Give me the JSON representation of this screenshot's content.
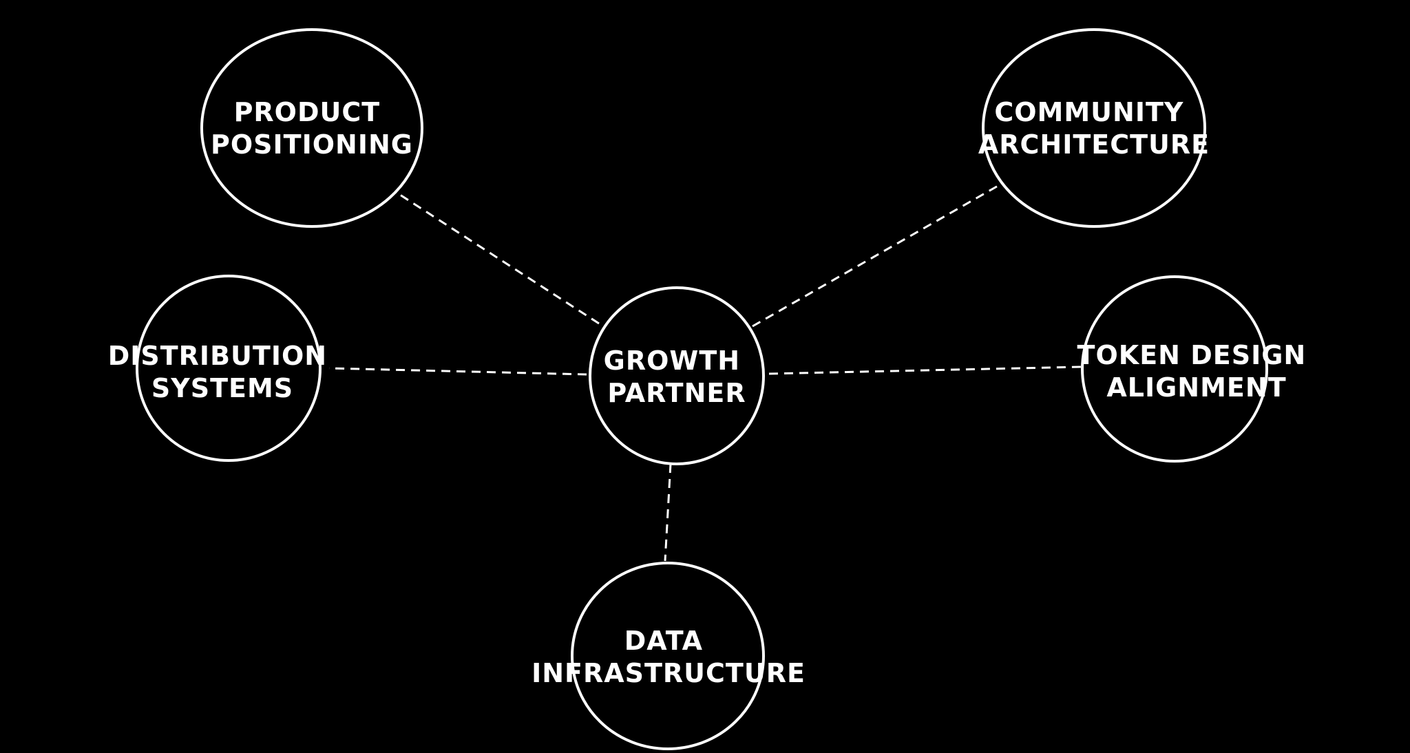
{
  "diagram": {
    "background": "#000000",
    "stroke_color": "#ffffff",
    "center": {
      "id": "growth-partner",
      "lines": [
        "GROWTH",
        "PARTNER"
      ]
    },
    "nodes": [
      {
        "id": "product-positioning",
        "lines": [
          "PRODUCT",
          "POSITIONING"
        ]
      },
      {
        "id": "community-architecture",
        "lines": [
          "COMMUNITY",
          "ARCHITECTURE"
        ]
      },
      {
        "id": "distribution-systems",
        "lines": [
          "DISTRIBUTION",
          "SYSTEMS"
        ]
      },
      {
        "id": "token-design-alignment",
        "lines": [
          "TOKEN DESIGN",
          "ALIGNMENT"
        ]
      },
      {
        "id": "data-infrastructure",
        "lines": [
          "DATA",
          "INFRASTRUCTURE"
        ]
      }
    ],
    "edges": [
      {
        "from": "growth-partner",
        "to": "product-positioning",
        "style": "dashed"
      },
      {
        "from": "growth-partner",
        "to": "community-architecture",
        "style": "dashed"
      },
      {
        "from": "growth-partner",
        "to": "distribution-systems",
        "style": "dashed"
      },
      {
        "from": "growth-partner",
        "to": "token-design-alignment",
        "style": "dashed"
      },
      {
        "from": "growth-partner",
        "to": "data-infrastructure",
        "style": "dashed"
      }
    ]
  }
}
